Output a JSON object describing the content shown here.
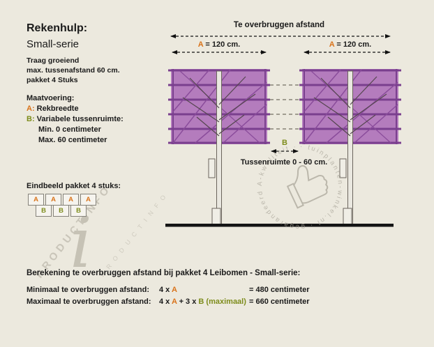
{
  "colors": {
    "background": "#ECE9DE",
    "accent_a": "#D9731A",
    "accent_b": "#7D8C1B",
    "panel_fill": "#B47CBD",
    "panel_rod": "#7A3F8E",
    "text": "#1A1A1A",
    "watermark": "#C8C4B8"
  },
  "header": {
    "title": "Rekenhulp:",
    "subtitle": "Small-serie",
    "line1": "Traag groeiend",
    "line2": "max. tussenafstand 60 cm.",
    "line3": "pakket 4 Stuks"
  },
  "maatvoering": {
    "title": "Maatvoering:",
    "a_key": "A:",
    "a_label": "Rekbreedte",
    "b_key": "B:",
    "b_label": "Variabele tussenruimte:",
    "b_min": "Min. 0 centimeter",
    "b_max": "Max. 60 centimeter"
  },
  "eindbeeld": {
    "title": "Eindbeeld pakket 4 stuks:",
    "a": "A",
    "b": "B"
  },
  "diagram": {
    "top_label": "Te overbruggen afstand",
    "a_key": "A",
    "a_value": "= 120 cm.",
    "b_key": "B",
    "gap_label": "Tussenruimte 0 - 60 cm."
  },
  "watermark": {
    "diagonal": "PRODUCTINFO",
    "circle_text": "· tuinplanten-winkel.nl · gegarandeerd A-kwaliteit ·",
    "info_glyph": "i"
  },
  "calc": {
    "title": "Berekening te overbruggen afstand bij pakket 4 Leibomen - Small-serie:",
    "row1": {
      "label": "Minimaal te overbruggen afstand:",
      "p1": "4 x",
      "a": "A",
      "result": "= 480 centimeter"
    },
    "row2": {
      "label": "Maximaal te overbruggen afstand:",
      "p1": "4 x",
      "a": "A",
      "p2": "+ 3 x",
      "b": "B",
      "p3": "(maximaal)",
      "result": "= 660 centimeter"
    }
  }
}
